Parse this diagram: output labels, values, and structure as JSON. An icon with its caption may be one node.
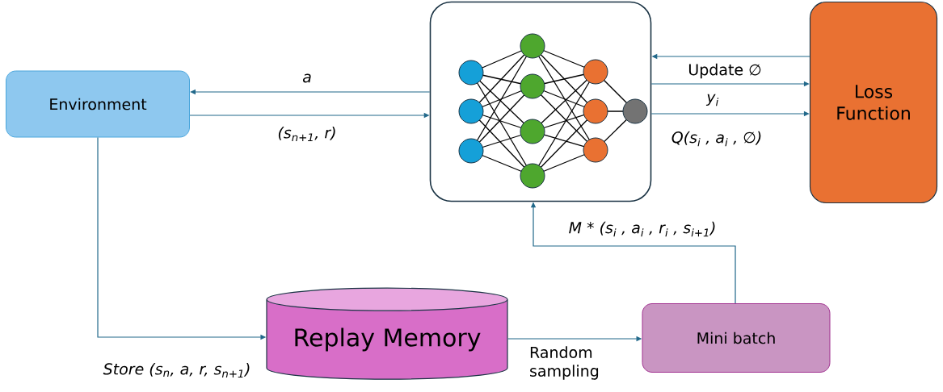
{
  "diagram": {
    "nodes": [
      {
        "text": [
          "Environment"
        ]
      },
      {
        "text": [],
        "shape": "picture"
      },
      {
        "text": [
          "Loss Function"
        ]
      },
      {
        "text": [
          "Replay Memory"
        ]
      },
      {
        "text": [
          "Mini batch"
        ]
      }
    ],
    "edges": [
      {
        "from": 1,
        "to": 0,
        "arrow": "to",
        "label": "a"
      },
      {
        "from": 0,
        "to": 1,
        "arrow": "to",
        "label": "(s$_{n+1}$, r)"
      },
      {
        "from": 2,
        "to": 1,
        "arrow": "to",
        "label": "Update ∅"
      },
      {
        "from": 1,
        "to": 2,
        "arrow": "to",
        "label": "y$_{i}$"
      },
      {
        "from": 1,
        "to": 2,
        "arrow": "to",
        "label": "Q(s$_{i}$ , a$_{i}$ , ∅)"
      },
      {
        "from": 0,
        "to": 3,
        "arrow": "to",
        "label": "Store (s$_{n}$, a, r, s$_{n+1}$)"
      },
      {
        "from": 3,
        "to": 4,
        "arrow": "to",
        "label": "Random sampling"
      },
      {
        "from": 4,
        "to": 1,
        "arrow": "to",
        "label": "M * (s$_{i}$ , a$_{i}$ , r$_{i}$ , s$_{i+1}$)"
      }
    ]
  }
}
